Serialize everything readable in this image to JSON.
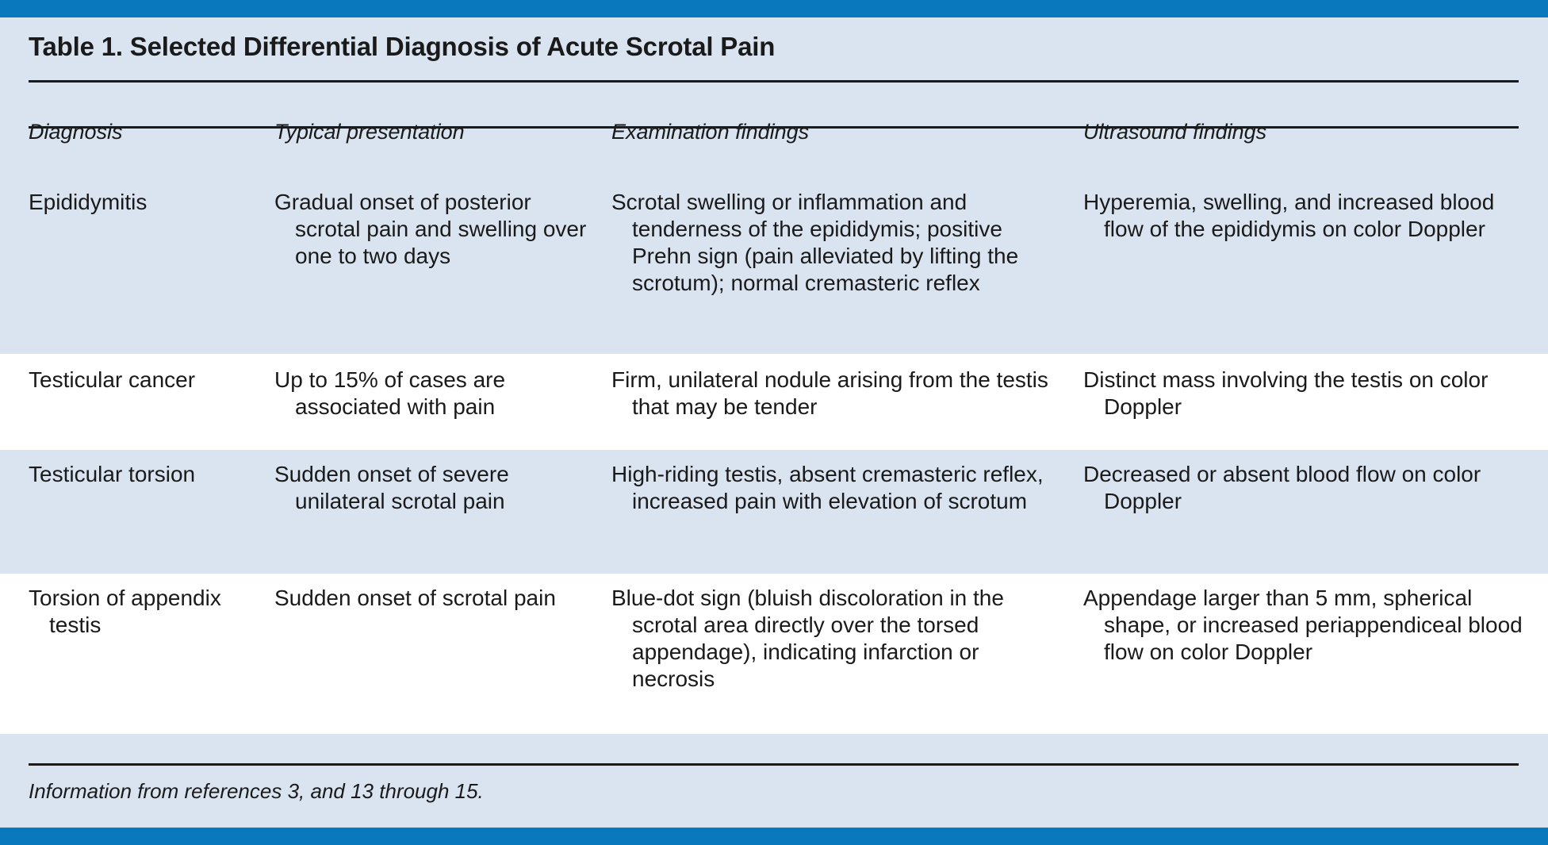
{
  "figure": {
    "title": "Table 1. Selected Differential Diagnosis of Acute Scrotal Pain",
    "source_note": "Information from references 3, and 13 through 15.",
    "accent_color": "#0a78bd",
    "band_color": "#dae4f0",
    "rule_color": "#1b1b1b",
    "text_color": "#1a1a1a"
  },
  "table": {
    "columns": [
      {
        "key": "diagnosis",
        "label": "Diagnosis"
      },
      {
        "key": "presentation",
        "label": "Typical presentation"
      },
      {
        "key": "examination",
        "label": "Examination findings"
      },
      {
        "key": "ultrasound",
        "label": "Ultrasound findings"
      }
    ],
    "rows": [
      {
        "shaded": true,
        "diagnosis": "Epididymitis",
        "presentation": "Gradual onset of posterior scrotal pain and swelling over one to two days",
        "examination": "Scrotal swelling or inflammation and tenderness of the epididymis; positive Prehn sign (pain alleviated by lifting the scrotum); normal cremasteric reflex",
        "ultrasound": "Hyperemia, swelling, and increased blood flow of the epididymis on color Doppler"
      },
      {
        "shaded": false,
        "diagnosis": "Testicular cancer",
        "presentation": "Up to 15% of cases are associated with pain",
        "examination": "Firm, unilateral nodule arising from the testis that may be tender",
        "ultrasound": "Distinct mass involving the testis on color Doppler"
      },
      {
        "shaded": true,
        "diagnosis": "Testicular torsion",
        "presentation": "Sudden onset of severe unilateral scrotal pain",
        "examination": "High-riding testis, absent cremasteric reflex, increased pain with elevation of scrotum",
        "ultrasound": "Decreased or absent blood flow on color Doppler"
      },
      {
        "shaded": false,
        "diagnosis": "Torsion of appendix testis",
        "presentation": "Sudden onset of scrotal pain",
        "examination": "Blue-dot sign (bluish discoloration in the scrotal area directly over the torsed appendage), indicating infarction or necrosis",
        "ultrasound": "Appendage larger than 5 mm, spherical shape, or increased periappendiceal blood flow on color Doppler"
      }
    ]
  }
}
